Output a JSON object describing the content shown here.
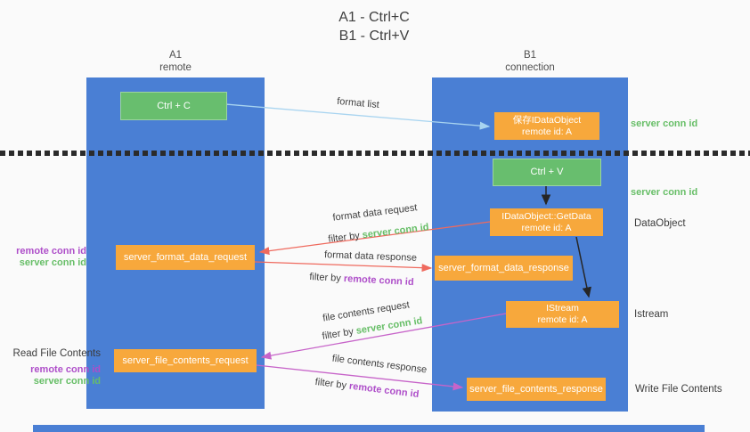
{
  "title": {
    "line1": "A1 - Ctrl+C",
    "line2": "B1 - Ctrl+V"
  },
  "lanes": {
    "a1": {
      "name": "A1",
      "subtitle": "remote"
    },
    "b1": {
      "name": "B1",
      "subtitle": "connection"
    }
  },
  "boxes": {
    "ctrl_c": {
      "label": "Ctrl + C"
    },
    "ctrl_v": {
      "label": "Ctrl + V"
    },
    "save_idataobject": {
      "line1": "保存IDataObject",
      "line2": "remote id: A"
    },
    "getdata": {
      "line1": "IDataObject::GetData",
      "line2": "remote id: A"
    },
    "istream": {
      "line1": "IStream",
      "line2": "remote id: A"
    },
    "server_format_data_request": {
      "label": "server_format_data_request"
    },
    "server_format_data_response": {
      "label": "server_format_data_response"
    },
    "server_file_contents_request": {
      "label": "server_file_contents_request"
    },
    "server_file_contents_response": {
      "label": "server_file_contents_response"
    }
  },
  "flows": {
    "format_list": {
      "label": "format list"
    },
    "format_data_request": {
      "label": "format data request",
      "filter_prefix": "filter by ",
      "filter_id": "server conn id"
    },
    "format_data_response": {
      "label": "format data response",
      "filter_prefix": "filter by ",
      "filter_id": "remote conn id"
    },
    "file_contents_request": {
      "label": "file contents request",
      "filter_prefix": "filter by ",
      "filter_id": "server conn id"
    },
    "file_contents_response": {
      "label": "file contents response",
      "filter_prefix": "filter by ",
      "filter_id": "remote conn id"
    }
  },
  "side_labels": {
    "right_top_server_conn_id": "server conn id",
    "right_mid_server_conn_id": "server conn id",
    "dataobject": "DataObject",
    "istream": "Istream",
    "write_file_contents": "Write File Contents",
    "read_file_contents": "Read File Contents",
    "left_remote_conn_id_1": "remote conn id",
    "left_server_conn_id_1": "server conn id",
    "left_remote_conn_id_2": "remote conn id",
    "left_server_conn_id_2": "server conn id"
  },
  "colors": {
    "background": "#fafafa",
    "lane_blue": "#4a7fd4",
    "box_green": "#68be6e",
    "box_orange": "#f7a83c",
    "arrow_blue": "#a8d4f0",
    "arrow_red": "#ef6a5e",
    "arrow_magenta": "#c764c9",
    "arrow_black": "#262626",
    "label_green": "#67be67",
    "label_purple": "#ae4ec9",
    "text_dark": "#3f3f3f"
  }
}
